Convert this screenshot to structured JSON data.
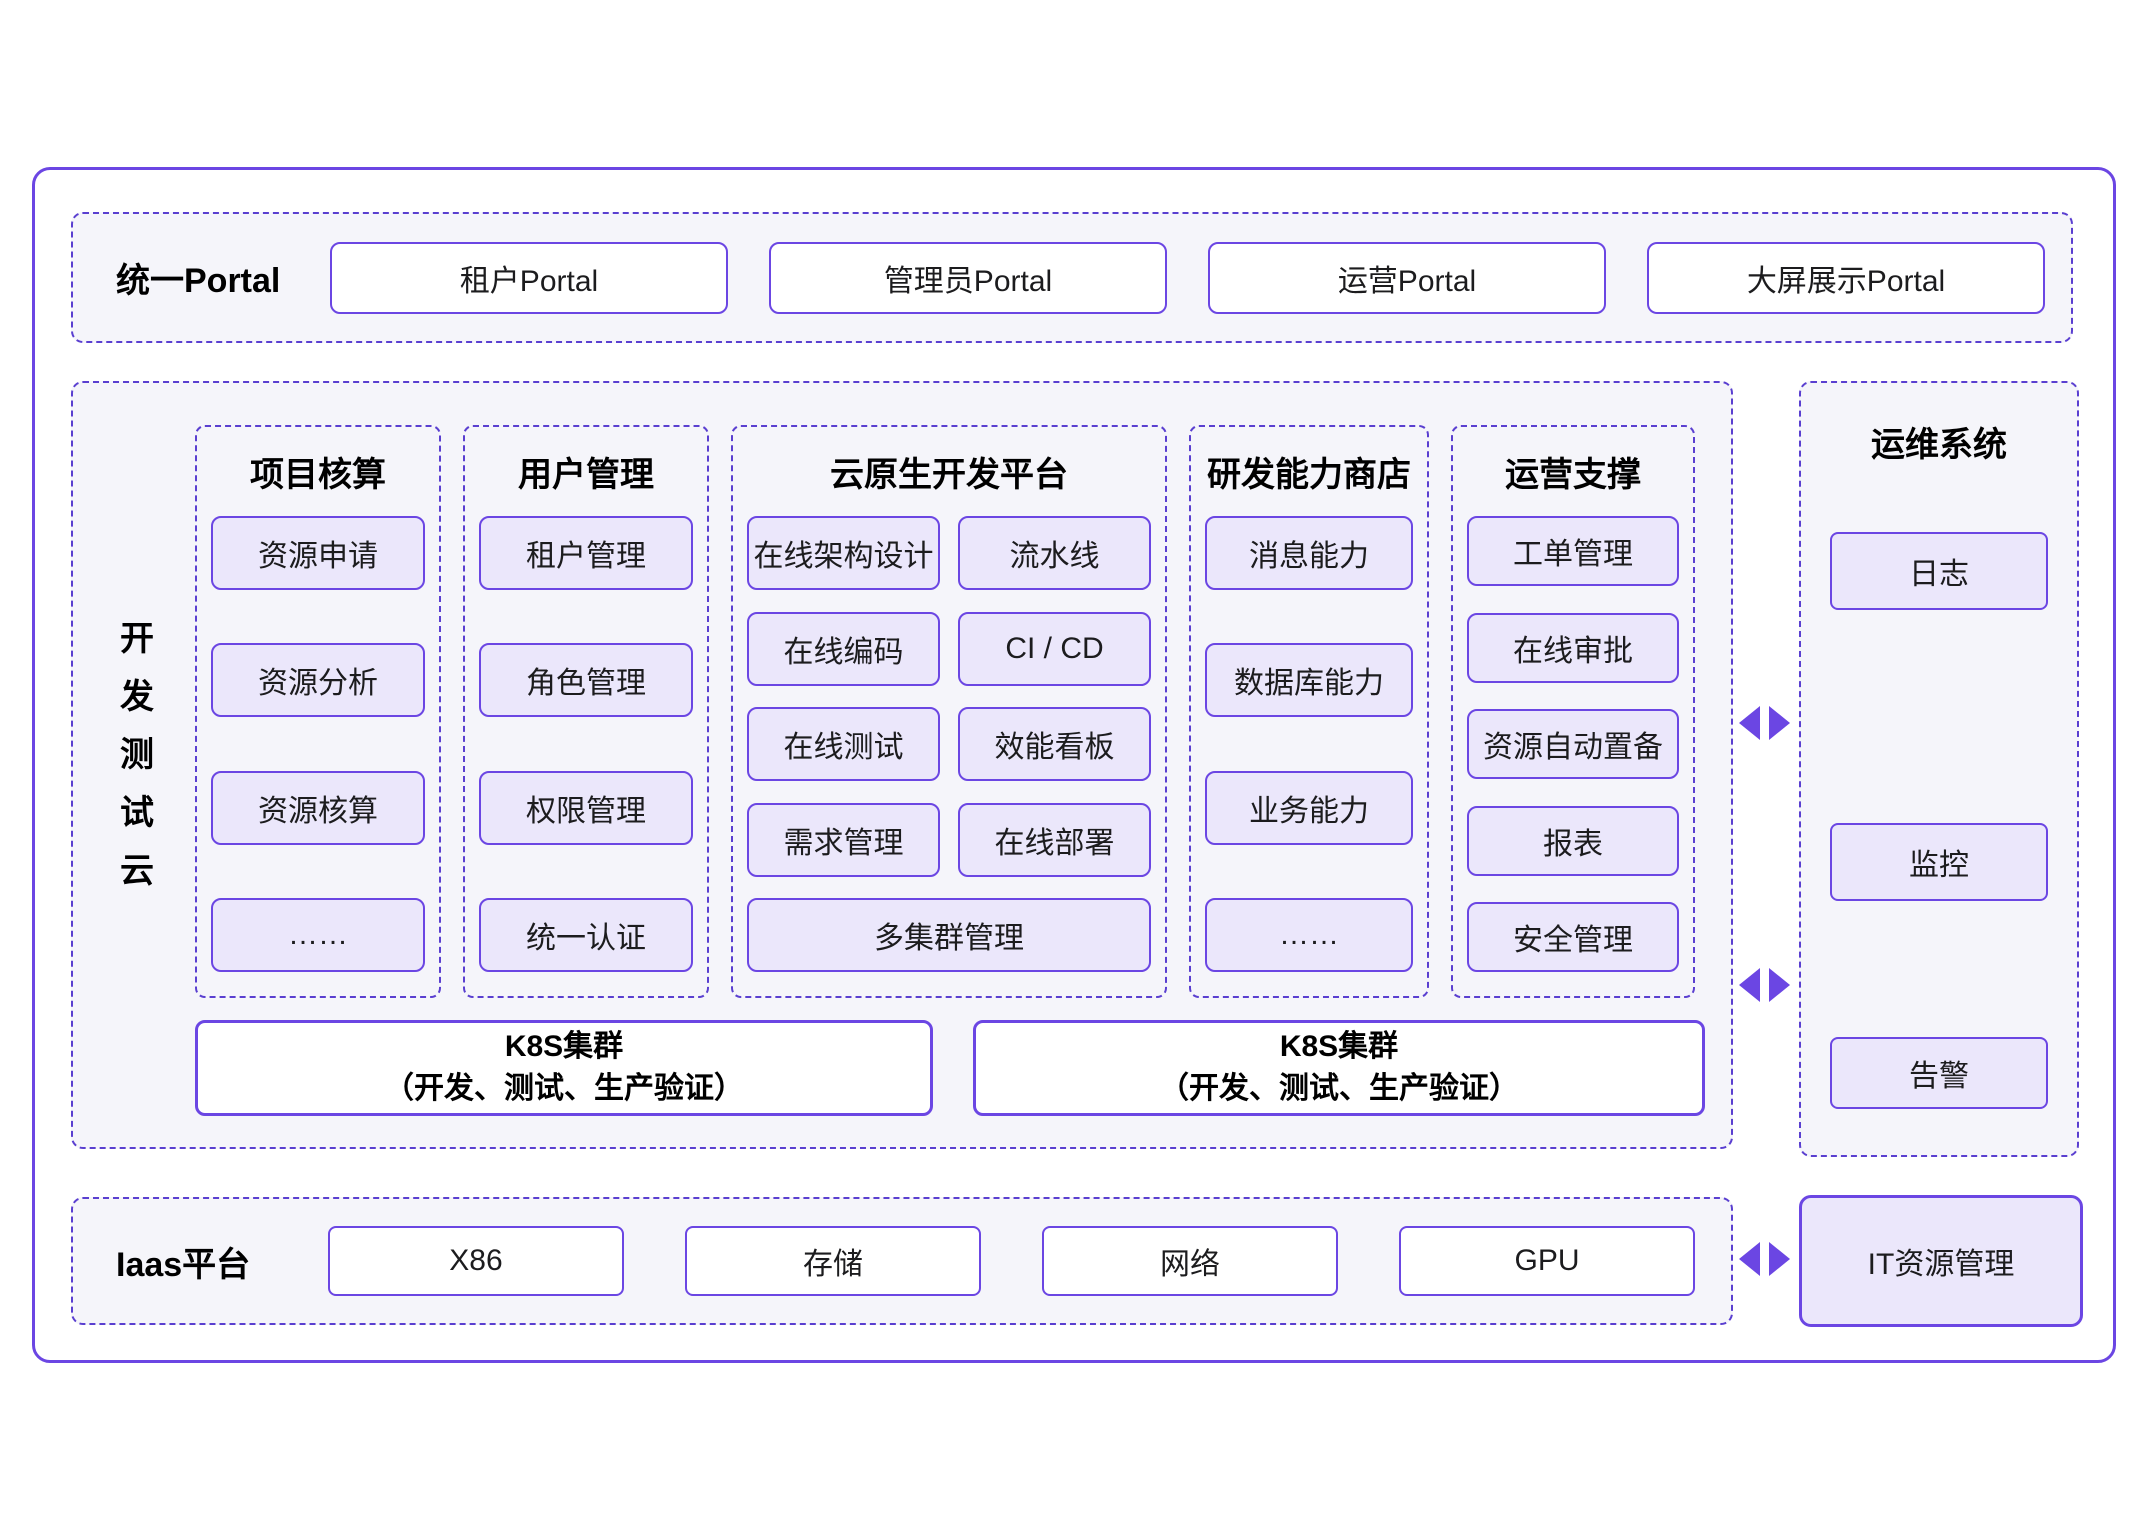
{
  "colors": {
    "accent": "#6B46E3",
    "dashed_border": "#5A3FD0",
    "item_fill": "#EBE7FB",
    "section_fill": "#F5F5FA"
  },
  "portal": {
    "label": "统一Portal",
    "items": [
      "租户Portal",
      "管理员Portal",
      "运营Portal",
      "大屏展示Portal"
    ]
  },
  "dev_cloud": {
    "label": "开发测试云",
    "columns": [
      {
        "title": "项目核算",
        "items": [
          "资源申请",
          "资源分析",
          "资源核算",
          "……"
        ]
      },
      {
        "title": "用户管理",
        "items": [
          "租户管理",
          "角色管理",
          "权限管理",
          "统一认证"
        ]
      },
      {
        "title": "云原生开发平台",
        "grid_items": [
          "在线架构设计",
          "流水线",
          "在线编码",
          "CI / CD",
          "在线测试",
          "效能看板",
          "需求管理",
          "在线部署"
        ],
        "footer_item": "多集群管理"
      },
      {
        "title": "研发能力商店",
        "items": [
          "消息能力",
          "数据库能力",
          "业务能力",
          "……"
        ]
      },
      {
        "title": "运营支撑",
        "items": [
          "工单管理",
          "在线审批",
          "资源自动置备",
          "报表",
          "安全管理"
        ]
      }
    ],
    "k8s_clusters": [
      {
        "line1": "K8S集群",
        "line2": "（开发、测试、生产验证）"
      },
      {
        "line1": "K8S集群",
        "line2": "（开发、测试、生产验证）"
      }
    ]
  },
  "ops_system": {
    "title": "运维系统",
    "items": [
      "日志",
      "监控",
      "告警"
    ]
  },
  "iaas": {
    "label": "Iaas平台",
    "items": [
      "X86",
      "存储",
      "网络",
      "GPU"
    ],
    "it_mgmt": "IT资源管理"
  }
}
